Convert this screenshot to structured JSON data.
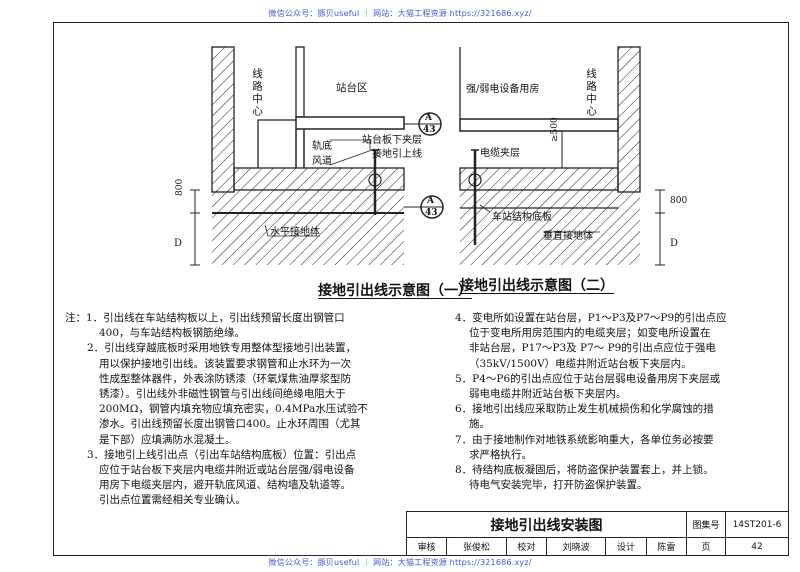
{
  "watermark": {
    "top": "微信公众号：豚贝useful ｜ 网站：大猫工程资源 https://321686.xyz/",
    "bottom": "微信公众号：豚贝useful ｜ 网站：大猫工程资源 https://321686.xyz/"
  },
  "diagram1": {
    "labels": {
      "track_center": "线路中心",
      "platform_area": "站台区",
      "under_track_duct_1": "轨底",
      "under_track_duct_2": "风道",
      "lower_layer": "站台板下夹层",
      "ground_lead": "接地引上线",
      "horizontal_ground": "水平接地体",
      "dim_800": "800",
      "dim_d": "D"
    },
    "callout_top": {
      "letter": "A",
      "number": "43"
    },
    "callout_bottom": {
      "letter": "A",
      "number": "43"
    },
    "caption": "接地引出线示意图（一）"
  },
  "diagram2": {
    "labels": {
      "equipment_room": "强/弱电设备用房",
      "cable_interlayer": "电缆夹层",
      "dim_500": "≥500",
      "track_center": "线路中心",
      "station_floor": "车站结构底板",
      "vertical_ground": "垂直接地体",
      "dim_800": "800",
      "dim_d": "D"
    },
    "caption": "接地引出线示意图（二）"
  },
  "notes_left": [
    "注：1．引出线在车站结构板以上，引出线预留长度出钢管口",
    "400，与车站结构板钢筋绝缘。",
    "2．引出线穿越底板时采用地铁专用整体型接地引出装置，",
    "用以保护接地引出线。该装置要求钢管和止水环为一次",
    "性成型整体器件，外表涂防锈漆（环氧煤焦油厚浆型防",
    "锈漆）。引出线外非磁性钢管与引出线间绝缘电阻大于",
    "200MΩ，钢管内填充物应填充密实，0.4MPa水压试验不",
    "渗水。引出线预留长度出钢管口400。止水环周围（尤其",
    "是下部）应填满防水混凝土。",
    "3．接地引上线引出点（引出车站结构底板）位置：引出点",
    "应位于站台板下夹层内电缆井附近或站台层强/弱电设备",
    "用房下电缆夹层内，避开轨底风道、结构墙及轨道等。",
    "引出点位置需经相关专业确认。"
  ],
  "notes_right": [
    "4．变电所如设置在站台层，P1～P3及P7～P9的引出点应",
    "位于变电所用房范围内的电缆夹层；如变电所设置在",
    "非站台层，P17～P3及 P7～ P9的引出点应位于强电",
    "（35kV/1500V）电缆井附近站台板下夹层内。",
    "5．P4～P6的引出点应位于站台层弱电设备用房下夹层或",
    "弱电电缆井附近站台板下夹层内。",
    "6．接地引出线应采取防止发生机械损伤和化学腐蚀的措",
    "施。",
    "7．由于接地制作对地铁系统影响重大，各单位务必按要",
    "求严格执行。",
    "8．待结构底板凝固后，将防盗保护装置套上，并上锁。",
    "待电气安装完毕，打开防盗保护装置。"
  ],
  "title_block": {
    "title": "接地引出线安装图",
    "atlas_label": "图集号",
    "atlas_no": "14ST201-6",
    "page_label": "页",
    "page_no": "42",
    "review": "审核",
    "reviewer": "张俊松",
    "check": "校对",
    "checker": "刘晓波",
    "design": "设计",
    "designer": "陈雷"
  }
}
